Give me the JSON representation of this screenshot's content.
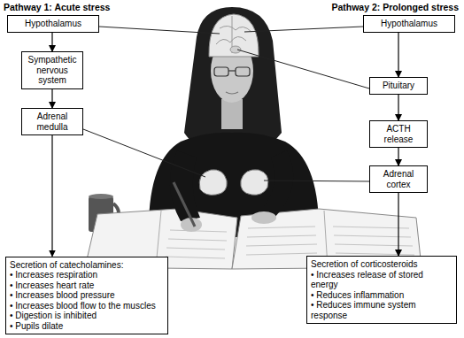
{
  "diagram": {
    "nodes": [
      {
        "text": [
          "Hypothalamus"
        ]
      },
      {
        "text": [
          "Sympathetic nervous system"
        ]
      },
      {
        "text": [
          "Adrenal medulla"
        ]
      },
      {
        "text": [
          "Secretion of catecholamines:",
          "• Increases respiration",
          "• Increases heart rate",
          "• Increases blood pressure",
          "• Increases blood flow to the muscles",
          "• Digestion is inhibited",
          "• Pupils dilate"
        ]
      },
      {
        "text": [
          "Hypothalamus"
        ]
      },
      {
        "text": [
          "Pituitary"
        ]
      },
      {
        "text": [
          "ACTH release"
        ]
      },
      {
        "text": [
          "Adrenal cortex"
        ]
      },
      {
        "text": [
          "Secretion of corticosteroids",
          "• Increases release of stored energy",
          "• Reduces inflammation",
          "• Reduces immune system response"
        ]
      }
    ],
    "edges": [
      {
        "from": 0,
        "to": 1,
        "arrow": "to"
      },
      {
        "from": 1,
        "to": 2,
        "arrow": "to"
      },
      {
        "from": 2,
        "to": 3,
        "arrow": "to"
      },
      {
        "from": 4,
        "to": 5,
        "arrow": "to"
      },
      {
        "from": 5,
        "to": 6,
        "arrow": "to"
      },
      {
        "from": 6,
        "to": 7,
        "arrow": "to"
      },
      {
        "from": 7,
        "to": 8,
        "arrow": "to"
      }
    ],
    "labels": [
      "Pathway 1: Acute stress",
      "Pathway 2: Prolonged stress"
    ]
  }
}
